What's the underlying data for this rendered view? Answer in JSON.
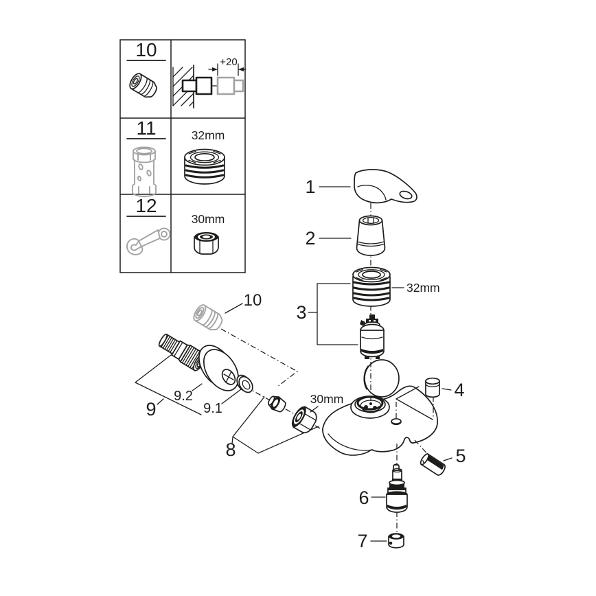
{
  "colors": {
    "line": "#1d1d1b",
    "gray": "#a3a3a3",
    "background": "#ffffff"
  },
  "tools_table": {
    "rows": [
      {
        "item": "10",
        "dimension": "+20",
        "tool_icon": "wall-extension-fitting-icon",
        "detail_icon": "wall-mounting-depth-diagram"
      },
      {
        "item": "11",
        "dimension": "32mm",
        "tool_icon": "cartridge-socket-tool-icon",
        "detail_icon": "cartridge-ring-nut-icon"
      },
      {
        "item": "12",
        "dimension": "30mm",
        "tool_icon": "open-end-wrench-icon",
        "detail_icon": "union-hex-nut-icon"
      }
    ]
  },
  "exploded_view": {
    "callouts": {
      "part1": "1",
      "part2": "2",
      "part3": "3",
      "part4": "4",
      "part5": "5",
      "part6": "6",
      "part7": "7",
      "part8": "8",
      "part9": "9",
      "part9_1": "9.1",
      "part9_2": "9.2",
      "part10": "10"
    },
    "dimensions": {
      "cartridge_ring_nut": "32mm",
      "union_nut": "30mm"
    }
  }
}
